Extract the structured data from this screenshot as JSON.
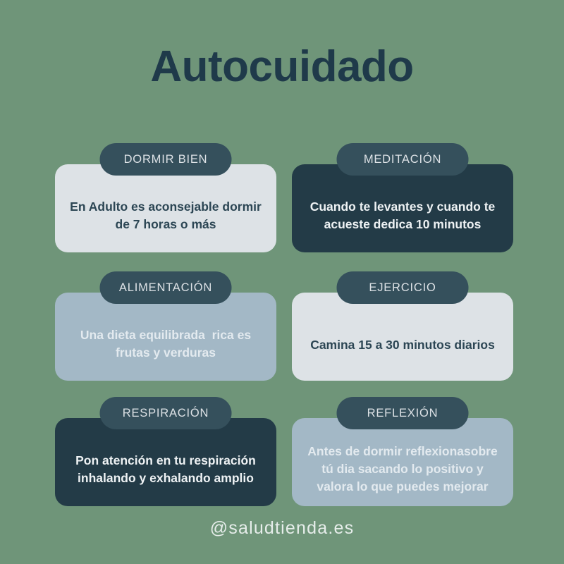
{
  "poster": {
    "title": "Autocuidado",
    "handle": "@saludtienda.es",
    "background_color": "#6f9579",
    "title_color": "#1f3a4a",
    "badge_color": "#35505c",
    "badge_text_color": "#dde2e6"
  },
  "cards": [
    {
      "badge": "DORMIR BIEN",
      "body": "En Adulto es aconsejable dormir\nde 7 horas o más",
      "card_color": "#dde2e6",
      "text_color": "#2c4654",
      "variant": "light"
    },
    {
      "badge": "MEDITACIÓN",
      "body": "Cuando te levantes y cuando te\nacueste dedica 10 minutos",
      "card_color": "#233b47",
      "text_color": "#eef2f4",
      "variant": "dark"
    },
    {
      "badge": "ALIMENTACIÓN",
      "body": "Una dieta equilibrada  rica es\nfrutas y verduras",
      "card_color": "#a3b8c6",
      "text_color": "#e3eaef",
      "variant": "steel"
    },
    {
      "badge": "EJERCICIO",
      "body": "Camina 15 a 30 minutos diarios",
      "card_color": "#dde2e6",
      "text_color": "#2c4654",
      "variant": "light"
    },
    {
      "badge": "RESPIRACIÓN",
      "body": "Pon atención en tu respiración\ninhalando y exhalando amplio",
      "card_color": "#233b47",
      "text_color": "#eef2f4",
      "variant": "dark"
    },
    {
      "badge": "REFLEXIÓN",
      "body": "Antes de dormir reflexionasobre\ntú dia sacando lo positivo y\nvalora lo que puedes mejorar",
      "card_color": "#a3b8c6",
      "text_color": "#e3eaef",
      "variant": "steel"
    }
  ]
}
